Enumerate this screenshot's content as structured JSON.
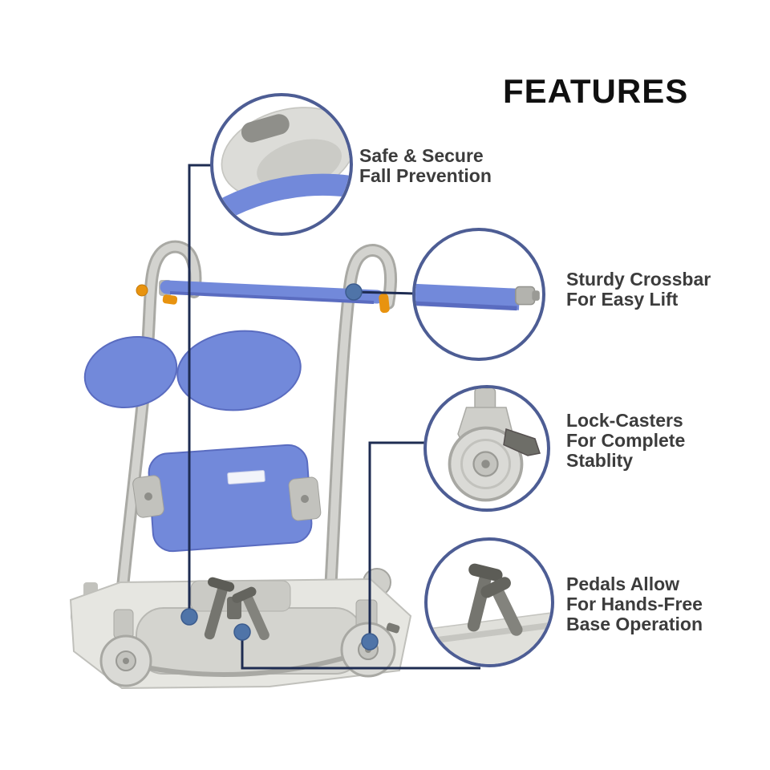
{
  "title": "FEATURES",
  "callouts": [
    {
      "id": "fall-prevention",
      "lines": [
        "Safe & Secure",
        "Fall Prevention"
      ]
    },
    {
      "id": "crossbar",
      "lines": [
        "Sturdy Crossbar",
        "For Easy Lift"
      ]
    },
    {
      "id": "lock-casters",
      "lines": [
        "Lock-Casters",
        "For Complete",
        "Stablity"
      ]
    },
    {
      "id": "pedals",
      "lines": [
        "Pedals Allow",
        "For Hands-Free",
        "Base Operation"
      ]
    }
  ],
  "colors": {
    "accent_blue": "#7289da",
    "accent_blue_dark": "#5a6cc0",
    "line_navy": "#1e2c52",
    "dot_blue": "#4f74a8",
    "circle_border": "#4d5d94",
    "text_dark": "#3c3c3c",
    "title_black": "#101010",
    "knob_orange": "#e8930f"
  }
}
